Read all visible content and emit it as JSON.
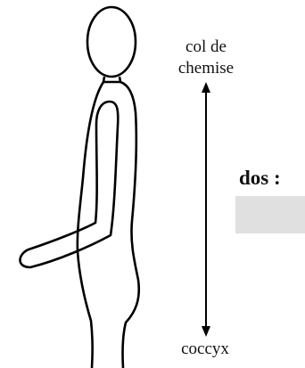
{
  "diagram": {
    "top_label_line1": "col de",
    "top_label_line2": "chemise",
    "bottom_label": "coccyx",
    "field_label": "dos :",
    "answer_value": ""
  },
  "colors": {
    "stroke": "#000000",
    "input_fill": "#e0e0e0"
  }
}
